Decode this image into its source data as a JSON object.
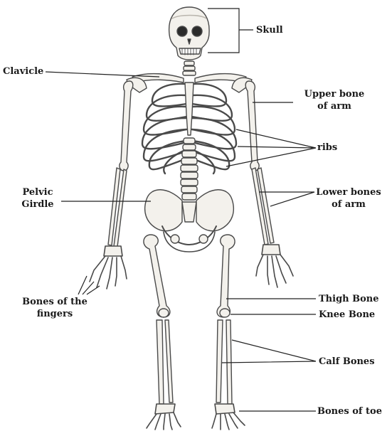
{
  "labels": {
    "skull": "Skull",
    "clavicle": "Clavicle",
    "upper_bone_of_arm_1": "Upper bone",
    "upper_bone_of_arm_2": "of arm",
    "ribs": "ribs",
    "pelvic_girdle_1": "Pelvic",
    "pelvic_girdle_2": "Girdle",
    "lower_bones_of_arm_1": "Lower bones",
    "lower_bones_of_arm_2": "of arm",
    "bones_of_fingers_1": "Bones of the",
    "bones_of_fingers_2": "fingers",
    "thigh_bone": "Thigh Bone",
    "knee_bone": "Knee Bone",
    "calf_bones": "Calf Bones",
    "bones_of_toe": "Bones of toe"
  },
  "colors": {
    "bone_fill": "#f3f1ec",
    "bone_stroke": "#4a4a4a",
    "bone_shade": "#b9b5ad",
    "leader_line": "#222222",
    "label_text": "#1a1a1a"
  }
}
